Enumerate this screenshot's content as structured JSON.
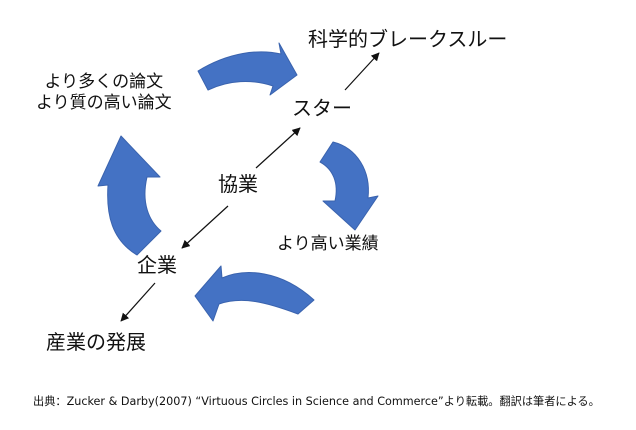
{
  "diagram": {
    "labels": {
      "breakthrough": "科学的ブレークスルー",
      "star": "スター",
      "papers_line1": "より多くの論文",
      "papers_line2": "より質の高い論文",
      "collaboration": "協業",
      "performance": "より高い業績",
      "firm": "企業",
      "industry": "産業の発展"
    },
    "colors": {
      "cycle_arrow": "#4472C4",
      "cycle_arrow_edge": "#3A63AE",
      "connector": "#111111"
    }
  },
  "source_note": "出典：Zucker & Darby(2007) “Virtuous Circles in Science and Commerce”より転載。翻訳は筆者による。"
}
